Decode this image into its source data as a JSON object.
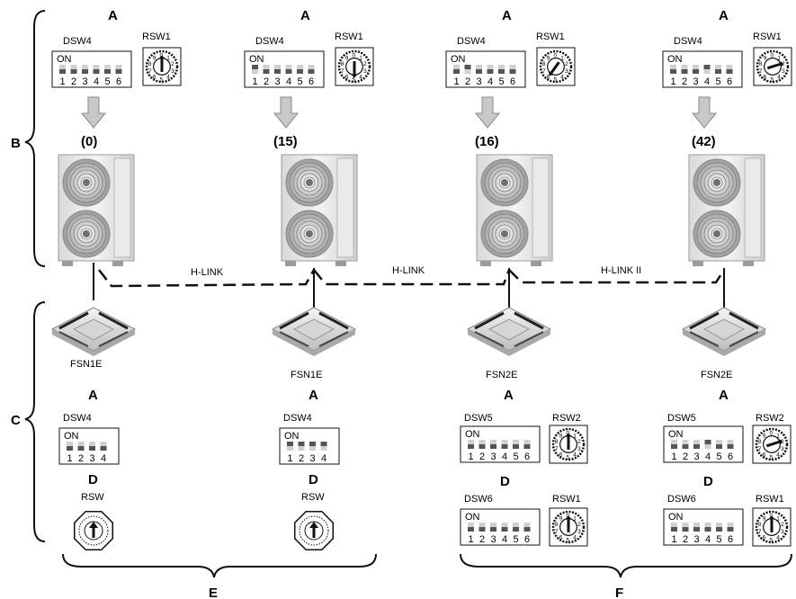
{
  "columns": [
    {
      "top_letter": "A",
      "outdoor_switch_labels": [
        "DSW4",
        "RSW1"
      ],
      "on_label": "ON",
      "dip_numbers": [
        "1",
        "2",
        "3",
        "4",
        "5",
        "6"
      ],
      "dip_on": [],
      "address": "(0)",
      "rsw_position": "0",
      "indoor_model": "FSN1E",
      "indoor_letter": "A",
      "indoor_dip_label": "DSW4",
      "indoor_dip_numbers": [
        "1",
        "2",
        "3",
        "4"
      ],
      "indoor_dip_on": [],
      "indoor_letter2": "D",
      "indoor_rsw_label": "RSW",
      "indoor_rsw_position": "0"
    },
    {
      "top_letter": "A",
      "outdoor_switch_labels": [
        "DSW4",
        "RSW1"
      ],
      "on_label": "ON",
      "dip_numbers": [
        "1",
        "2",
        "3",
        "4",
        "5",
        "6"
      ],
      "dip_on": [
        1
      ],
      "address": "(15)",
      "rsw_position": "5",
      "indoor_model": "FSN1E",
      "indoor_letter": "A",
      "indoor_dip_label": "DSW4",
      "indoor_dip_numbers": [
        "1",
        "2",
        "3",
        "4"
      ],
      "indoor_dip_on": [
        1,
        2,
        3,
        4
      ],
      "indoor_letter2": "D",
      "indoor_rsw_label": "RSW",
      "indoor_rsw_position": "0"
    },
    {
      "top_letter": "A",
      "outdoor_switch_labels": [
        "DSW4",
        "RSW1"
      ],
      "on_label": "ON",
      "dip_numbers": [
        "1",
        "2",
        "3",
        "4",
        "5",
        "6"
      ],
      "dip_on": [
        2
      ],
      "address": "(16)",
      "rsw_position": "6",
      "indoor_model": "FSN2E",
      "indoor_letter": "A",
      "indoor_dip_label": "DSW5",
      "indoor_dip_numbers": [
        "1",
        "2",
        "3",
        "4",
        "5",
        "6"
      ],
      "indoor_dip_on": [],
      "indoor_rsw_label_top": "RSW2",
      "indoor_rsw_top_position": "0",
      "indoor_letter2": "D",
      "indoor_dip2_label": "DSW6",
      "indoor_dip2_on": [],
      "indoor_rsw_label": "RSW1",
      "indoor_rsw_position": "0"
    },
    {
      "top_letter": "A",
      "outdoor_switch_labels": [
        "DSW4",
        "RSW1"
      ],
      "on_label": "ON",
      "dip_numbers": [
        "1",
        "2",
        "3",
        "4",
        "5",
        "6"
      ],
      "dip_on": [
        4
      ],
      "address": "(42)",
      "rsw_position": "2",
      "indoor_model": "FSN2E",
      "indoor_letter": "A",
      "indoor_dip_label": "DSW5",
      "indoor_dip_numbers": [
        "1",
        "2",
        "3",
        "4",
        "5",
        "6"
      ],
      "indoor_dip_on": [
        4
      ],
      "indoor_rsw_label_top": "RSW2",
      "indoor_rsw_top_position": "2",
      "indoor_letter2": "D",
      "indoor_dip2_label": "DSW6",
      "indoor_dip2_on": [],
      "indoor_rsw_label": "RSW1",
      "indoor_rsw_position": "0"
    }
  ],
  "links": [
    "H-LINK",
    "H-LINK",
    "H-LINK II"
  ],
  "brace_labels": {
    "B": "B",
    "C": "C",
    "E": "E",
    "F": "F"
  },
  "colors": {
    "line": "#111111",
    "arrow_fill": "#c8c8c8",
    "unit_body": "#e4e6e6",
    "switch_off": "#d0d0d0",
    "switch_on": "#555555"
  }
}
